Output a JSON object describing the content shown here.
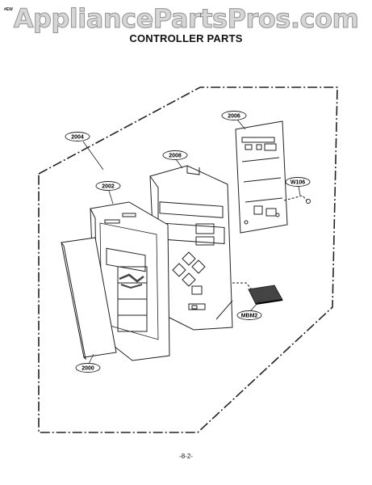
{
  "header": {
    "corner_mark": "#EW",
    "watermark": "AppliancePartsPros.com",
    "title": "CONTROLLER PARTS"
  },
  "parts": {
    "p2004": "2004",
    "p2006": "2006",
    "p2008": "2008",
    "p2002": "2002",
    "pW106": "W106",
    "pMBM2": "MBM2",
    "p2000": "2000"
  },
  "footer": {
    "page_number": "-8-2-"
  }
}
